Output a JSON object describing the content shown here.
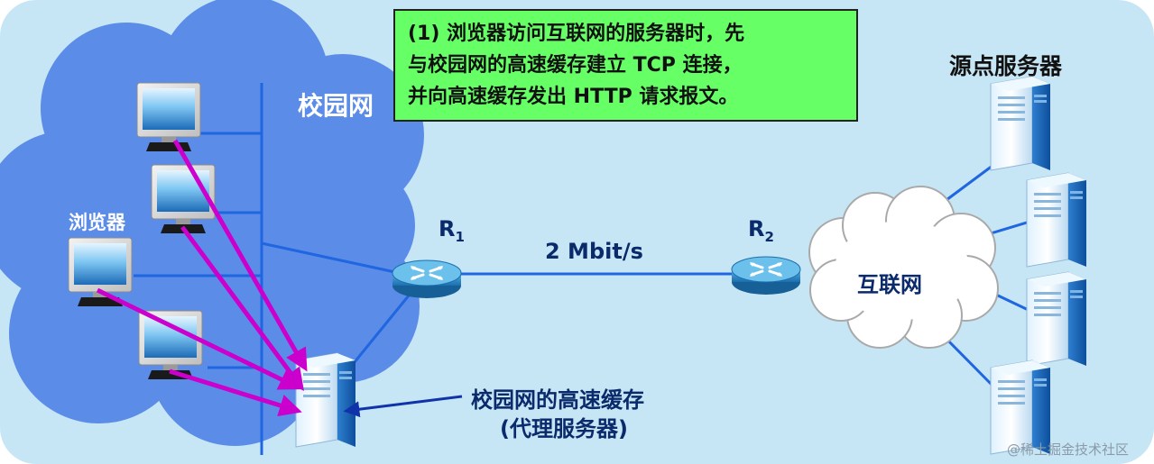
{
  "note": {
    "line1": "(1) 浏览器访问互联网的服务器时，先",
    "line2": "与校园网的高速缓存建立 TCP 连接，",
    "line3": "并向高速缓存发出 HTTP 请求报文。"
  },
  "campus_label": "校园网",
  "browser_label": "浏览器",
  "router1": {
    "letter": "R",
    "sub": "1"
  },
  "router2": {
    "letter": "R",
    "sub": "2"
  },
  "link_speed": "2 Mbit/s",
  "internet_label": "互联网",
  "origin_label": "源点服务器",
  "cache_label": {
    "line1": "校园网的高速缓存",
    "line2": "(代理服务器)"
  },
  "watermark": "@稀土掘金技术社区",
  "colors": {
    "background": "#c7e6f5",
    "campus_cloud": "#5b8ce8",
    "request_arrow": "#cc00cc",
    "link_line": "#1f66e0",
    "note_fill": "#66ff66",
    "label_dark": "#0a2a6b"
  }
}
